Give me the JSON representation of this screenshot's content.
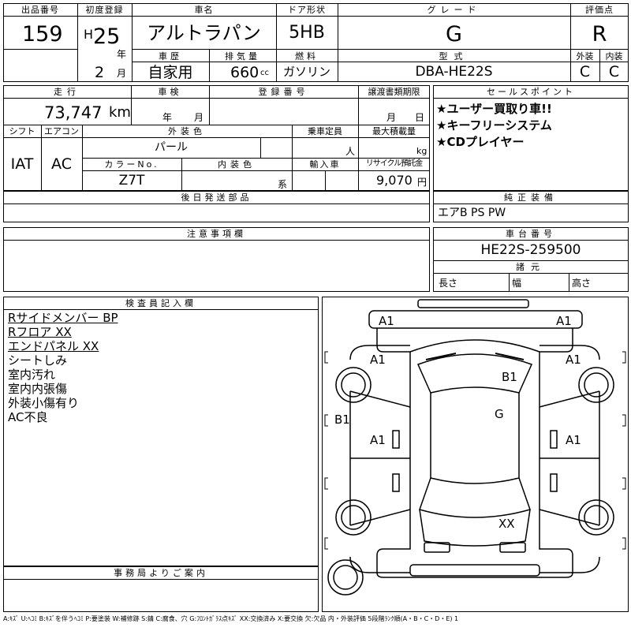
{
  "header": {
    "lot_label": "出品番号",
    "lot_no": "159",
    "first_reg_label": "初度登録",
    "era": "H",
    "year": "25",
    "year_unit": "年",
    "month": "2",
    "month_unit": "月",
    "car_name_label": "車名",
    "car_name": "アルトラパン",
    "door_label": "ドア形状",
    "door": "5HB",
    "grade_label": "グレード",
    "grade": "G",
    "score_label": "評価点",
    "score": "R",
    "history_label": "車歴",
    "history": "自家用",
    "displacement_label": "排気量",
    "displacement": "660",
    "displacement_unit": "cc",
    "fuel_label": "燃料",
    "fuel": "ガソリン",
    "model_label": "型式",
    "model": "DBA-HE22S",
    "exterior_label": "外装",
    "exterior": "C",
    "interior_label": "内装",
    "interior": "C"
  },
  "specs": {
    "mileage_label": "走行",
    "mileage": "73,747",
    "mileage_unit": "km",
    "inspection_label": "車検",
    "inspection_year_unit": "年",
    "inspection_month_unit": "月",
    "registration_label": "登録番号",
    "transfer_label": "譲渡書類期限",
    "transfer_month_unit": "月",
    "transfer_day_unit": "日",
    "shift_label": "シフト",
    "shift": "IAT",
    "ac_label": "エアコン",
    "ac": "AC",
    "ext_color_label": "外装色",
    "ext_color": "パール",
    "capacity_label": "乗車定員",
    "capacity_unit": "人",
    "max_load_label": "最大積載量",
    "max_load_unit": "kg",
    "color_no_label": "カラーNo.",
    "color_no": "Z7T",
    "int_color_label": "内装色",
    "int_color_unit": "系",
    "import_label": "輸入車",
    "recycle_label": "リサイクル預託金",
    "recycle": "9,070",
    "recycle_unit": "円"
  },
  "sales_points": {
    "label": "セールスポイント",
    "items": [
      "★ユーザー買取り車!!",
      "★キーフリーシステム",
      "★CDプレイヤー"
    ]
  },
  "later_parts": {
    "label": "後日発送部品"
  },
  "equipment": {
    "label": "純正装備",
    "value": "エアB PS PW"
  },
  "notes": {
    "label": "注意事項欄"
  },
  "chassis": {
    "label": "車台番号",
    "value": "HE22S-259500",
    "dims_label": "諸元",
    "length_label": "長さ",
    "width_label": "幅",
    "height_label": "高さ"
  },
  "inspector": {
    "label": "検査員記入欄",
    "lines": [
      "Rサイドメンバー BP",
      "Rフロア XX",
      "エンドパネル XX",
      "シートしみ",
      "室内汚れ",
      "室内内張傷",
      "外装小傷有り",
      "AC不良"
    ]
  },
  "office": {
    "label": "事務局よりご案内"
  },
  "diagram": {
    "marks": {
      "front_left": "A1",
      "front_right": "A1",
      "fender_left": "A1",
      "fender_right": "A1",
      "roof": "B1",
      "side_left": "B1",
      "glass": "G",
      "door_left": "A1",
      "door_right": "A1",
      "rear": "XX"
    }
  },
  "footer": {
    "legend": "A:ｷｽﾞ U:ﾍｺﾐ B:ｷｽﾞを伴うﾍｺﾐ P:要塗装 W:補修跡 S:錆 C:腐食、穴 G:ﾌﾛﾝﾄｶﾞﾗｽ点ｷｽﾞ XX:交換済み X:要交換 欠:欠品 内・外装評価 5段階ﾗﾝｸ順(A・B・C・D・E) 1"
  }
}
